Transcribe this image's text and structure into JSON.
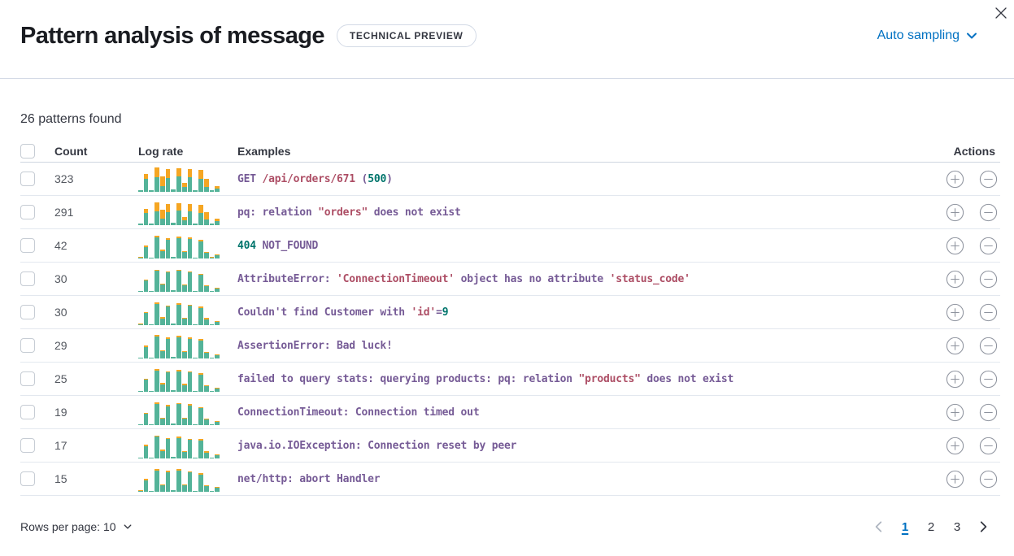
{
  "header": {
    "title": "Pattern analysis of message",
    "badge": "TECHNICAL PREVIEW",
    "sampling_label": "Auto sampling"
  },
  "summary": "26 patterns found",
  "colors": {
    "teal_bar": "#54b399",
    "orange_bar": "#f5a623",
    "token_keyword": "#765b96",
    "token_string": "#ad4e65",
    "token_number": "#00756c",
    "link_blue": "#0071c2"
  },
  "table": {
    "columns": {
      "count": "Count",
      "log_rate": "Log rate",
      "examples": "Examples",
      "actions": "Actions"
    },
    "rows": [
      {
        "count": "323",
        "bars": [
          [
            2,
            0
          ],
          [
            16,
            6
          ],
          [
            2,
            0
          ],
          [
            18,
            12
          ],
          [
            7,
            12
          ],
          [
            17,
            11
          ],
          [
            3,
            0
          ],
          [
            19,
            10
          ],
          [
            6,
            5
          ],
          [
            18,
            10
          ],
          [
            2,
            0
          ],
          [
            16,
            11
          ],
          [
            6,
            10
          ],
          [
            2,
            0
          ],
          [
            4,
            3
          ]
        ],
        "example": [
          [
            "GET ",
            "k"
          ],
          [
            "/api/orders/671",
            "s"
          ],
          [
            " (",
            "k"
          ],
          [
            "500",
            "n"
          ],
          [
            ")",
            "k"
          ]
        ]
      },
      {
        "count": "291",
        "bars": [
          [
            2,
            0
          ],
          [
            15,
            5
          ],
          [
            2,
            0
          ],
          [
            17,
            11
          ],
          [
            8,
            11
          ],
          [
            16,
            10
          ],
          [
            3,
            0
          ],
          [
            18,
            9
          ],
          [
            6,
            4
          ],
          [
            17,
            9
          ],
          [
            2,
            0
          ],
          [
            15,
            10
          ],
          [
            7,
            9
          ],
          [
            2,
            0
          ],
          [
            5,
            3
          ]
        ],
        "example": [
          [
            "pq: relation ",
            "k"
          ],
          [
            "\"orders\"",
            "s"
          ],
          [
            " does not exist",
            "k"
          ]
        ]
      },
      {
        "count": "42",
        "bars": [
          [
            1,
            1
          ],
          [
            14,
            2
          ],
          [
            1,
            0
          ],
          [
            26,
            2
          ],
          [
            9,
            2
          ],
          [
            23,
            2
          ],
          [
            2,
            0
          ],
          [
            25,
            2
          ],
          [
            8,
            1
          ],
          [
            24,
            2
          ],
          [
            1,
            0
          ],
          [
            21,
            2
          ],
          [
            7,
            1
          ],
          [
            1,
            1
          ],
          [
            4,
            1
          ]
        ],
        "example": [
          [
            "404",
            "n"
          ],
          [
            " NOT_FOUND",
            "k"
          ]
        ]
      },
      {
        "count": "30",
        "bars": [
          [
            1,
            0
          ],
          [
            14,
            1
          ],
          [
            1,
            0
          ],
          [
            26,
            1
          ],
          [
            9,
            1
          ],
          [
            24,
            1
          ],
          [
            2,
            0
          ],
          [
            26,
            1
          ],
          [
            8,
            1
          ],
          [
            24,
            1
          ],
          [
            1,
            0
          ],
          [
            21,
            1
          ],
          [
            7,
            1
          ],
          [
            1,
            0
          ],
          [
            4,
            1
          ]
        ],
        "example": [
          [
            "AttributeError: ",
            "k"
          ],
          [
            "'ConnectionTimeout'",
            "s"
          ],
          [
            " object has no attribute ",
            "k"
          ],
          [
            "'status_code'",
            "s"
          ]
        ]
      },
      {
        "count": "30",
        "bars": [
          [
            1,
            1
          ],
          [
            15,
            1
          ],
          [
            1,
            0
          ],
          [
            26,
            2
          ],
          [
            8,
            2
          ],
          [
            23,
            1
          ],
          [
            2,
            0
          ],
          [
            25,
            2
          ],
          [
            8,
            1
          ],
          [
            24,
            1
          ],
          [
            1,
            0
          ],
          [
            21,
            2
          ],
          [
            7,
            2
          ],
          [
            1,
            0
          ],
          [
            4,
            1
          ]
        ],
        "example": [
          [
            "Couldn't find Customer with ",
            "k"
          ],
          [
            "'id'",
            "s"
          ],
          [
            "=",
            "k"
          ],
          [
            "9",
            "n"
          ]
        ]
      },
      {
        "count": "29",
        "bars": [
          [
            1,
            0
          ],
          [
            14,
            2
          ],
          [
            1,
            0
          ],
          [
            27,
            2
          ],
          [
            9,
            1
          ],
          [
            24,
            2
          ],
          [
            2,
            0
          ],
          [
            26,
            2
          ],
          [
            8,
            1
          ],
          [
            24,
            2
          ],
          [
            1,
            0
          ],
          [
            22,
            2
          ],
          [
            7,
            1
          ],
          [
            1,
            0
          ],
          [
            4,
            1
          ]
        ],
        "example": [
          [
            "AssertionError: Bad luck!",
            "k"
          ]
        ]
      },
      {
        "count": "25",
        "bars": [
          [
            1,
            0
          ],
          [
            15,
            1
          ],
          [
            1,
            0
          ],
          [
            26,
            2
          ],
          [
            9,
            2
          ],
          [
            24,
            1
          ],
          [
            2,
            0
          ],
          [
            25,
            2
          ],
          [
            8,
            2
          ],
          [
            24,
            1
          ],
          [
            1,
            0
          ],
          [
            21,
            2
          ],
          [
            7,
            1
          ],
          [
            1,
            0
          ],
          [
            4,
            1
          ]
        ],
        "example": [
          [
            "failed to query stats: querying products: pq: relation ",
            "k"
          ],
          [
            "\"products\"",
            "s"
          ],
          [
            " does not exist",
            "k"
          ]
        ]
      },
      {
        "count": "19",
        "bars": [
          [
            1,
            0
          ],
          [
            14,
            1
          ],
          [
            1,
            0
          ],
          [
            26,
            2
          ],
          [
            8,
            1
          ],
          [
            23,
            2
          ],
          [
            2,
            0
          ],
          [
            26,
            1
          ],
          [
            8,
            1
          ],
          [
            24,
            2
          ],
          [
            1,
            0
          ],
          [
            21,
            1
          ],
          [
            7,
            1
          ],
          [
            1,
            0
          ],
          [
            4,
            1
          ]
        ],
        "example": [
          [
            "ConnectionTimeout: Connection timed out",
            "k"
          ]
        ]
      },
      {
        "count": "17",
        "bars": [
          [
            1,
            0
          ],
          [
            15,
            2
          ],
          [
            1,
            0
          ],
          [
            27,
            1
          ],
          [
            9,
            2
          ],
          [
            24,
            1
          ],
          [
            2,
            0
          ],
          [
            25,
            2
          ],
          [
            8,
            1
          ],
          [
            23,
            1
          ],
          [
            1,
            0
          ],
          [
            22,
            2
          ],
          [
            7,
            2
          ],
          [
            1,
            0
          ],
          [
            4,
            1
          ]
        ],
        "example": [
          [
            "java.io.IOException: Connection reset by peer",
            "k"
          ]
        ]
      },
      {
        "count": "15",
        "bars": [
          [
            1,
            1
          ],
          [
            14,
            2
          ],
          [
            1,
            0
          ],
          [
            26,
            2
          ],
          [
            8,
            1
          ],
          [
            24,
            2
          ],
          [
            2,
            0
          ],
          [
            26,
            2
          ],
          [
            8,
            1
          ],
          [
            24,
            1
          ],
          [
            1,
            0
          ],
          [
            21,
            2
          ],
          [
            7,
            1
          ],
          [
            1,
            0
          ],
          [
            5,
            1
          ]
        ],
        "example": [
          [
            "net/http: abort Handler",
            "k"
          ]
        ]
      }
    ]
  },
  "footer": {
    "rows_per_page_label": "Rows per page: 10",
    "pages": [
      "1",
      "2",
      "3"
    ],
    "active_page": "1"
  }
}
